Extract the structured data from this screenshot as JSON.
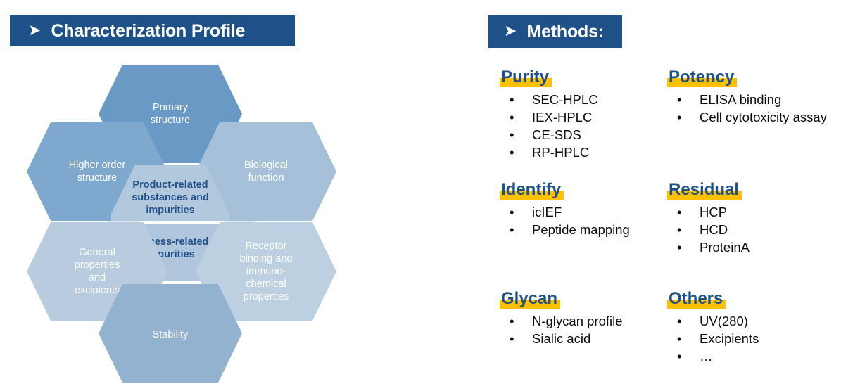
{
  "headers": {
    "characterization": {
      "arrow": "➤",
      "title": "Characterization Profile"
    },
    "methods": {
      "arrow": "➤",
      "title": "Methods:"
    }
  },
  "colors": {
    "header_bar": "#1F5189",
    "highlight": "#FFC000",
    "title_blue": "#1F5189",
    "hex_primary": "#6A99C6",
    "hex_higher_order": "#7FA8CE",
    "hex_stability": "#93B2D0",
    "hex_biological": "#A7C0D9",
    "hex_product_related": "#B2C8DD",
    "hex_process_related": "#AFC6DC",
    "hex_general": "#B9CBDF",
    "hex_receptor": "#BDD0E2",
    "hex_connector": "#DCE6F1"
  },
  "diagram": {
    "name": "characterization-hexagon-diagram",
    "hexagons": [
      {
        "id": "primary-structure",
        "lines": [
          "Primary",
          "structure"
        ],
        "fill": "#6A99C6",
        "text": "light"
      },
      {
        "id": "higher-order-structure",
        "lines": [
          "Higher order",
          "structure"
        ],
        "fill": "#7FA8CE",
        "text": "light"
      },
      {
        "id": "biological-function",
        "lines": [
          "Biological",
          "function"
        ],
        "fill": "#A7C0D9",
        "text": "light"
      },
      {
        "id": "product-related-substances",
        "lines": [
          "Product-related",
          "substances and",
          "impurities"
        ],
        "fill": "#B2C8DD",
        "text": "dark"
      },
      {
        "id": "process-related-impurities",
        "lines": [
          "Process-related",
          "impurities"
        ],
        "fill": "#AFC6DC",
        "text": "dark"
      },
      {
        "id": "general-properties",
        "lines": [
          "General",
          "properties",
          "and",
          "excipients"
        ],
        "fill": "#B9CBDF",
        "text": "light"
      },
      {
        "id": "receptor-binding",
        "lines": [
          "Receptor",
          "binding and",
          "immuno-",
          "chemical",
          "properties"
        ],
        "fill": "#BDD0E2",
        "text": "light"
      },
      {
        "id": "stability",
        "lines": [
          "Stability"
        ],
        "fill": "#93B2D0",
        "text": "light"
      }
    ]
  },
  "methods": {
    "blocks": [
      {
        "id": "purity",
        "title": "Purity",
        "items": [
          "SEC-HPLC",
          "IEX-HPLC",
          "CE-SDS",
          "RP-HPLC"
        ]
      },
      {
        "id": "potency",
        "title": "Potency",
        "items": [
          "ELISA binding",
          "Cell cytotoxicity assay"
        ]
      },
      {
        "id": "identify",
        "title": "Identify",
        "items": [
          "icIEF",
          " Peptide mapping"
        ]
      },
      {
        "id": "residual",
        "title": "Residual",
        "items": [
          "HCP",
          "HCD",
          "ProteinA"
        ]
      },
      {
        "id": "glycan",
        "title": "Glycan",
        "items": [
          "N-glycan profile",
          "Sialic acid"
        ]
      },
      {
        "id": "others",
        "title": "Others",
        "items": [
          "UV(280)",
          "Excipients",
          "…"
        ]
      }
    ],
    "bullet": "•"
  }
}
